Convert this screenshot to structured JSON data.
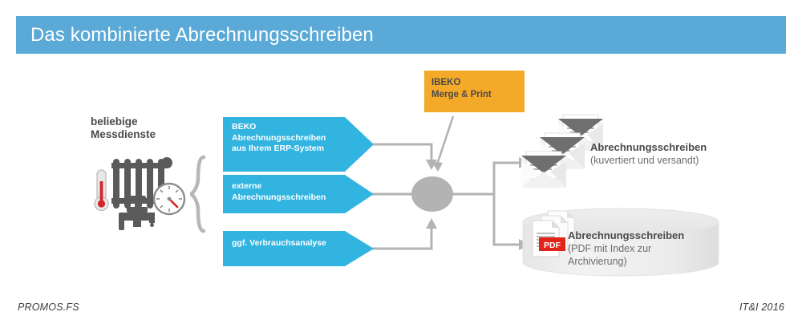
{
  "header": {
    "title": "Das kombinierte Abrechnungsschreiben",
    "bar_color": "#5aa9d6"
  },
  "diagram": {
    "source_group": {
      "label_line1": "beliebige",
      "label_line2": "Messdienste",
      "icons": [
        "thermometer-icon",
        "radiator-icon",
        "faucet-icon",
        "gauge-meter-icon"
      ],
      "brace": "curly-brace"
    },
    "inputs": [
      {
        "name": "beko-input",
        "color": "#32b4e0",
        "lines": [
          "BEKO",
          "Abrechnungsschreiben",
          "aus Ihrem ERP-System"
        ]
      },
      {
        "name": "external-input",
        "color": "#32b4e0",
        "lines": [
          "externe",
          "Abrechnungsschreiben"
        ]
      },
      {
        "name": "consumption-analysis-input",
        "color": "#32b4e0",
        "lines": [
          "ggf. Verbrauchsanalyse"
        ]
      }
    ],
    "processor": {
      "name": "merge-node",
      "color": "#b3b3b3",
      "callout": {
        "line1": "IBEKO",
        "line2": "Merge & Print",
        "color": "#f4a929"
      }
    },
    "outputs": [
      {
        "name": "mailed-letters-output",
        "icon": "envelope-stack-icon",
        "title": "Abrechnungsschreiben",
        "subtitle": "(kuvertiert und versandt)"
      },
      {
        "name": "archived-pdf-output",
        "icon": "pdf-document-stack-icon",
        "badge": "PDF",
        "badge_color": "#e2231a",
        "title": "Abrechnungsschreiben",
        "subtitle_line1": "(PDF mit Index zur",
        "subtitle_line2": "Archivierung)"
      }
    ]
  },
  "footer": {
    "left": "PROMOS.FS",
    "right": "IT&I 2016"
  }
}
